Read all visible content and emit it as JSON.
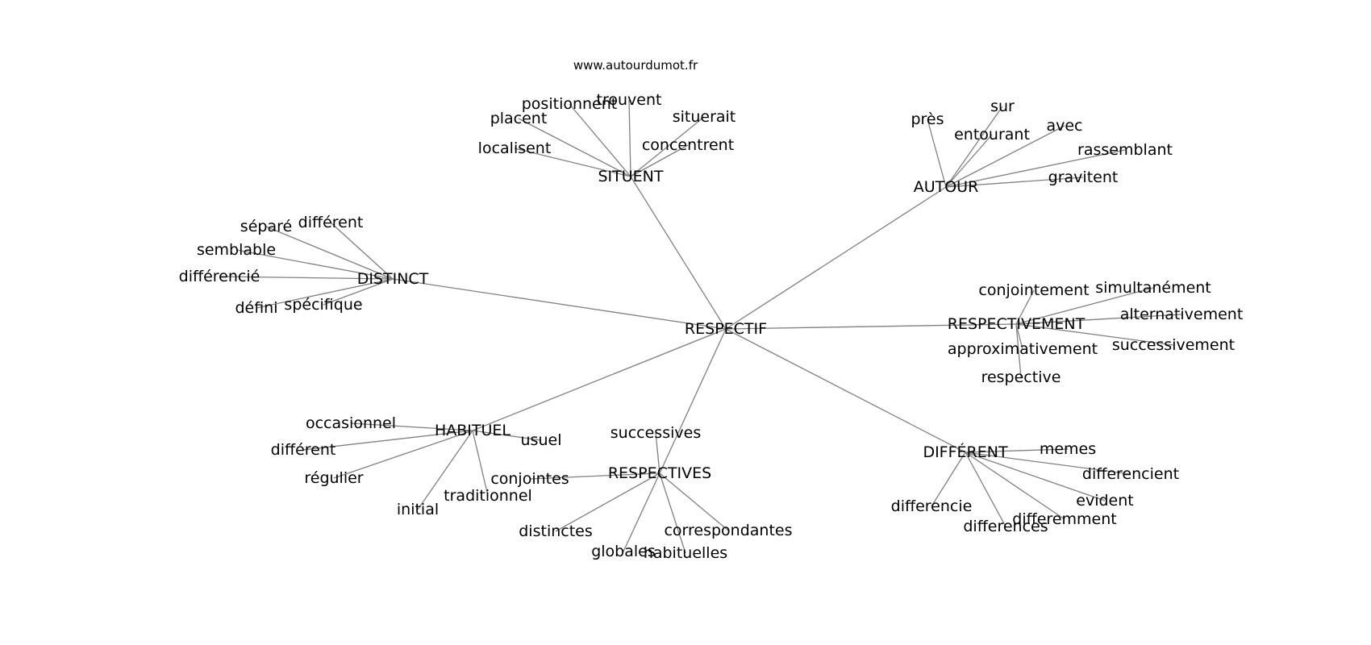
{
  "watermark": "www.autourdumot.fr",
  "colors": {
    "edge": "#808080",
    "text": "#000000",
    "background": "#ffffff"
  },
  "root": "RESPECTIF",
  "nodes": [
    "RESPECTIF",
    "SITUENT",
    "positionnent",
    "trouvent",
    "placent",
    "situerait",
    "localisent",
    "concentrent",
    "AUTOUR",
    "près",
    "sur",
    "entourant",
    "avec",
    "rassemblant",
    "gravitent",
    "DISTINCT",
    "séparé",
    "différent",
    "semblable",
    "différencié",
    "défini",
    "spécifique",
    "RESPECTIVEMENT",
    "conjointement",
    "simultanément",
    "alternativement",
    "approximativement",
    "successivement",
    "respective",
    "HABITUEL",
    "occasionnel",
    "différent",
    "usuel",
    "régulier",
    "traditionnel",
    "initial",
    "RESPECTIVES",
    "successives",
    "conjointes",
    "distinctes",
    "globales",
    "habituelles",
    "correspondantes",
    "DIFFÉRENT",
    "memes",
    "differencient",
    "evident",
    "differencie",
    "differences",
    "differemment"
  ],
  "edges": [
    [
      0,
      1
    ],
    [
      0,
      8
    ],
    [
      0,
      15
    ],
    [
      0,
      22
    ],
    [
      0,
      29
    ],
    [
      0,
      36
    ],
    [
      0,
      43
    ],
    [
      1,
      2
    ],
    [
      1,
      3
    ],
    [
      1,
      4
    ],
    [
      1,
      5
    ],
    [
      1,
      6
    ],
    [
      1,
      7
    ],
    [
      8,
      9
    ],
    [
      8,
      10
    ],
    [
      8,
      11
    ],
    [
      8,
      12
    ],
    [
      8,
      13
    ],
    [
      8,
      14
    ],
    [
      15,
      16
    ],
    [
      15,
      17
    ],
    [
      15,
      18
    ],
    [
      15,
      19
    ],
    [
      15,
      20
    ],
    [
      15,
      21
    ],
    [
      22,
      23
    ],
    [
      22,
      24
    ],
    [
      22,
      25
    ],
    [
      22,
      26
    ],
    [
      22,
      27
    ],
    [
      22,
      28
    ],
    [
      29,
      30
    ],
    [
      29,
      31
    ],
    [
      29,
      32
    ],
    [
      29,
      33
    ],
    [
      29,
      34
    ],
    [
      29,
      35
    ],
    [
      36,
      37
    ],
    [
      36,
      38
    ],
    [
      36,
      39
    ],
    [
      36,
      40
    ],
    [
      36,
      41
    ],
    [
      36,
      42
    ],
    [
      43,
      44
    ],
    [
      43,
      45
    ],
    [
      43,
      46
    ],
    [
      43,
      47
    ],
    [
      43,
      48
    ],
    [
      43,
      49
    ]
  ]
}
